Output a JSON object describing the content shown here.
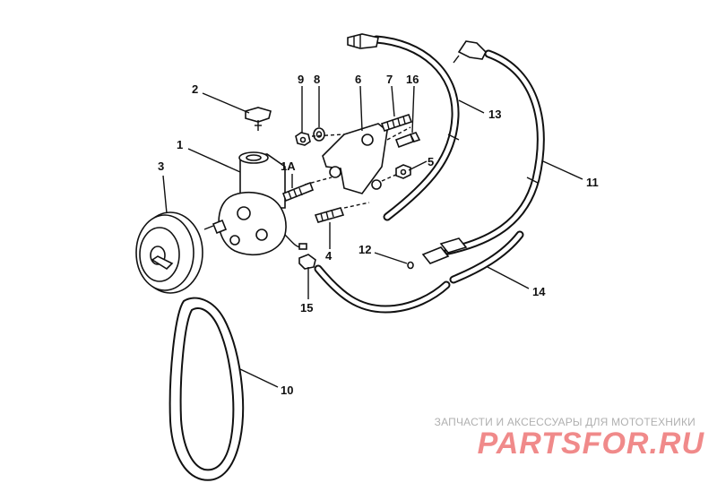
{
  "labels": {
    "p1": "1",
    "p1a": "1A",
    "p2": "2",
    "p3": "3",
    "p4": "4",
    "p5": "5",
    "p6": "6",
    "p7": "7",
    "p8": "8",
    "p9": "9",
    "p10": "10",
    "p11": "11",
    "p12": "12",
    "p13": "13",
    "p14": "14",
    "p15": "15",
    "p16": "16"
  },
  "watermark": {
    "tagline": "ЗАПЧАСТИ И АКСЕССУАРЫ ДЛЯ МОТОТЕХНИКИ",
    "logo": "PARTSFOR.RU"
  },
  "colors": {
    "ink": "#111111",
    "watermark_logo": "#f08a8a",
    "watermark_text": "#b0b0b0"
  }
}
